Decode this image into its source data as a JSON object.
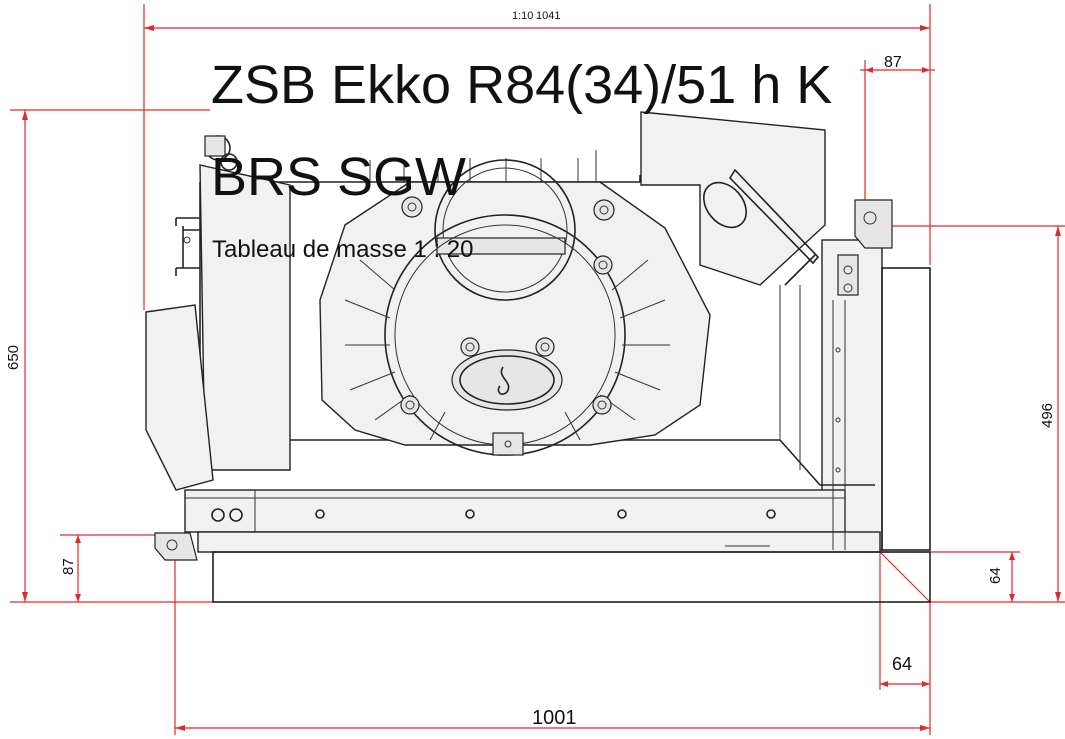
{
  "drawing": {
    "title_line1": "ZSB Ekko R84(34)/51 h K",
    "title_line2": "BRS SGW",
    "subtitle": "Tableau de masse 1 : 20",
    "dimensions": {
      "top_scale_label": "1:10",
      "top_width": "1041",
      "top_right_offset": "87",
      "overall_height": "650",
      "right_height": "496",
      "bottom_left_height": "87",
      "bottom_right_height": "64",
      "bottom_right_width": "64",
      "bottom_width": "1001"
    },
    "colors": {
      "dimension_lines": "#e02a2a",
      "linework": "#222222"
    }
  }
}
